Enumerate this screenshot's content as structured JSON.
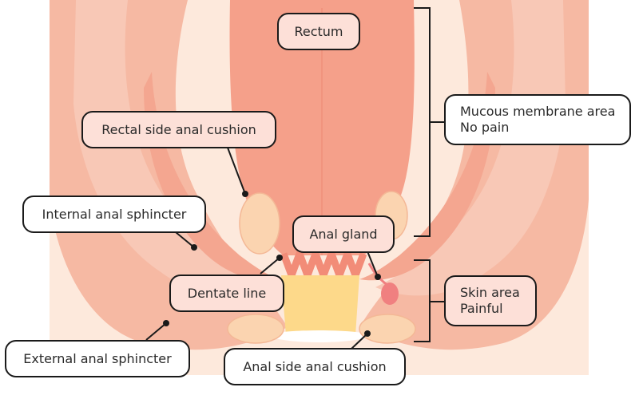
{
  "labels": {
    "rectum": "Rectum",
    "rectal_cushion": "Rectal side anal cushion",
    "internal_sphincter": "Internal anal sphincter",
    "anal_gland": "Anal gland",
    "dentate_line": "Dentate line",
    "external_sphincter": "External anal sphincter",
    "anal_cushion": "Anal side anal cushion",
    "mucous_area": "Mucous membrane area",
    "mucous_note": "No pain",
    "skin_area": "Skin area",
    "skin_note": "Painful"
  },
  "colors": {
    "background": "#fde9dc",
    "muscle_outer": "#f6b9a3",
    "muscle_inner": "#f8c8b6",
    "rectum": "#f5a08a",
    "canal": "#fdd98a",
    "cushion": "#fbd4b0",
    "gland": "#f08080",
    "label_fill": "#fde0d8",
    "line": "#1a1a1a"
  }
}
